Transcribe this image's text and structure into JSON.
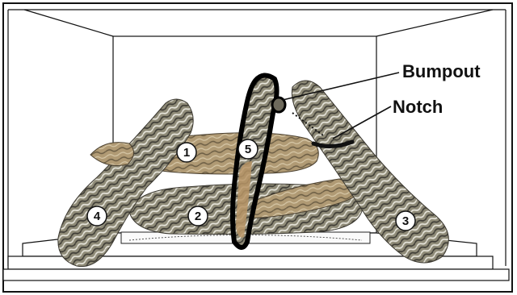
{
  "callouts": {
    "bumpout": "Bumpout",
    "notch": "Notch"
  },
  "log_numbers": [
    "1",
    "2",
    "3",
    "4",
    "5"
  ],
  "colors": {
    "log_bark_light": "#b5a07a",
    "log_bark_dark": "#4a4a42",
    "log_ash": "#d8d4c8",
    "outline": "#111111"
  }
}
